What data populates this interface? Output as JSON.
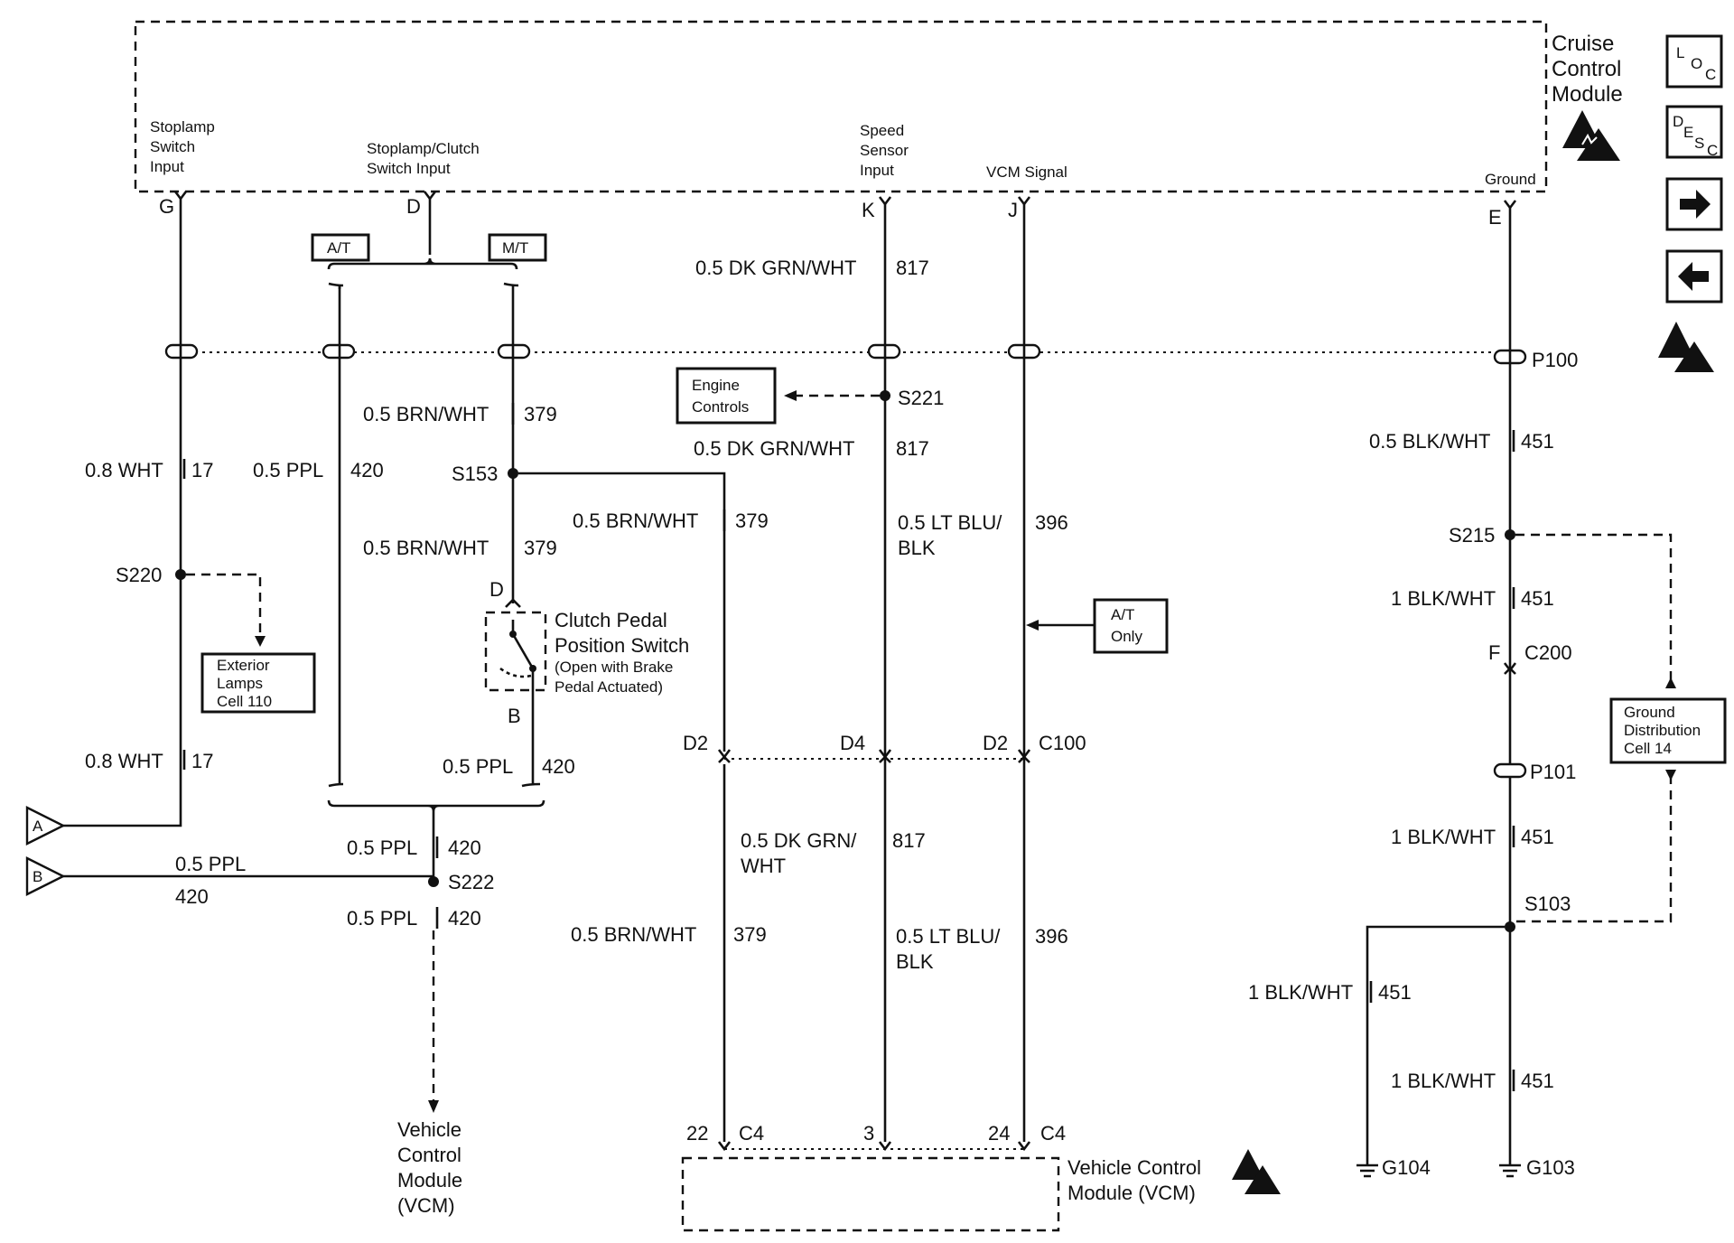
{
  "cruise_module": {
    "line1": "Cruise",
    "line2": "Control",
    "line3": "Module"
  },
  "terminals": {
    "stoplamp": {
      "l1": "Stoplamp",
      "l2": "Switch",
      "l3": "Input",
      "pin": "G"
    },
    "clutch": {
      "l1": "Stoplamp/Clutch",
      "l2": "Switch Input",
      "pin": "D"
    },
    "speed": {
      "l1": "Speed",
      "l2": "Sensor",
      "l3": "Input",
      "pin": "K"
    },
    "vcm": {
      "l1": "VCM Signal",
      "pin": "J"
    },
    "ground": {
      "l1": "Ground",
      "pin": "E"
    }
  },
  "options": {
    "at": "A/T",
    "mt": "M/T"
  },
  "wires": {
    "w17a": {
      "gauge": "0.8 WHT",
      "circuit": "17"
    },
    "w17b": {
      "gauge": "0.8 WHT",
      "circuit": "17"
    },
    "w420a": {
      "gauge": "0.5 PPL",
      "circuit": "420"
    },
    "w420b": {
      "gauge": "0.5 PPL",
      "circuit": "420"
    },
    "w420c": {
      "gauge": "0.5 PPL",
      "circuit": "420"
    },
    "w420d": {
      "gauge": "0.5 PPL",
      "circuit": "420"
    },
    "w420e": {
      "gauge": "0.5 PPL",
      "circuit": "420"
    },
    "w379a": {
      "gauge": "0.5 BRN/WHT",
      "circuit": "379"
    },
    "w379b": {
      "gauge": "0.5 BRN/WHT",
      "circuit": "379"
    },
    "w379c": {
      "gauge": "0.5 BRN/WHT",
      "circuit": "379"
    },
    "w379d": {
      "gauge": "0.5 BRN/WHT",
      "circuit": "379"
    },
    "w817a": {
      "gauge": "0.5 DK GRN/WHT",
      "circuit": "817"
    },
    "w817b": {
      "gauge": "0.5 DK GRN/WHT",
      "circuit": "817"
    },
    "w817c": {
      "gauge1": "0.5 DK GRN/",
      "gauge2": "WHT",
      "circuit": "817"
    },
    "w396a": {
      "gauge1": "0.5 LT BLU/",
      "gauge2": "BLK",
      "circuit": "396"
    },
    "w396b": {
      "gauge1": "0.5 LT BLU/",
      "gauge2": "BLK",
      "circuit": "396"
    },
    "w451a": {
      "gauge": "0.5 BLK/WHT",
      "circuit": "451"
    },
    "w451b": {
      "gauge": "1 BLK/WHT",
      "circuit": "451"
    },
    "w451c": {
      "gauge": "1 BLK/WHT",
      "circuit": "451"
    },
    "w451d": {
      "gauge": "1 BLK/WHT",
      "circuit": "451"
    },
    "w451e": {
      "gauge": "1 BLK/WHT",
      "circuit": "451"
    }
  },
  "splices": {
    "s220": "S220",
    "s153": "S153",
    "s221": "S221",
    "s215": "S215",
    "s222": "S222",
    "s103": "S103"
  },
  "connectors": {
    "p100": "P100",
    "p101": "P101",
    "c100": "C100",
    "c200": "C200",
    "c200_pin": "F",
    "d2a": "D2",
    "d4": "D4",
    "d2b": "D2",
    "clutch_d": "D",
    "clutch_b": "B",
    "c4a_pin": "22",
    "c4a": "C4",
    "c4b_pin": "3",
    "c4c_pin": "24",
    "c4c": "C4"
  },
  "boxes": {
    "engine": {
      "l1": "Engine",
      "l2": "Controls"
    },
    "exterior": {
      "l1": "Exterior",
      "l2": "Lamps",
      "l3": "Cell 110"
    },
    "at_only": {
      "l1": "A/T",
      "l2": "Only"
    },
    "ground_dist": {
      "l1": "Ground",
      "l2": "Distribution",
      "l3": "Cell 14"
    }
  },
  "clutch_switch": {
    "l1": "Clutch Pedal",
    "l2": "Position Switch",
    "l3": "(Open with Brake",
    "l4": "Pedal Actuated)"
  },
  "vcm_left": {
    "l1": "Vehicle",
    "l2": "Control",
    "l3": "Module",
    "l4": "(VCM)"
  },
  "vcm_bottom": {
    "l1": "Vehicle Control",
    "l2": "Module (VCM)"
  },
  "grounds": {
    "g104": "G104",
    "g103": "G103"
  },
  "flags": {
    "a": "A",
    "b": "B"
  },
  "nav": {
    "loc": {
      "l": "L",
      "o": "O",
      "c": "C"
    },
    "desc": {
      "d": "D",
      "e": "E",
      "s": "S",
      "c": "C"
    }
  }
}
